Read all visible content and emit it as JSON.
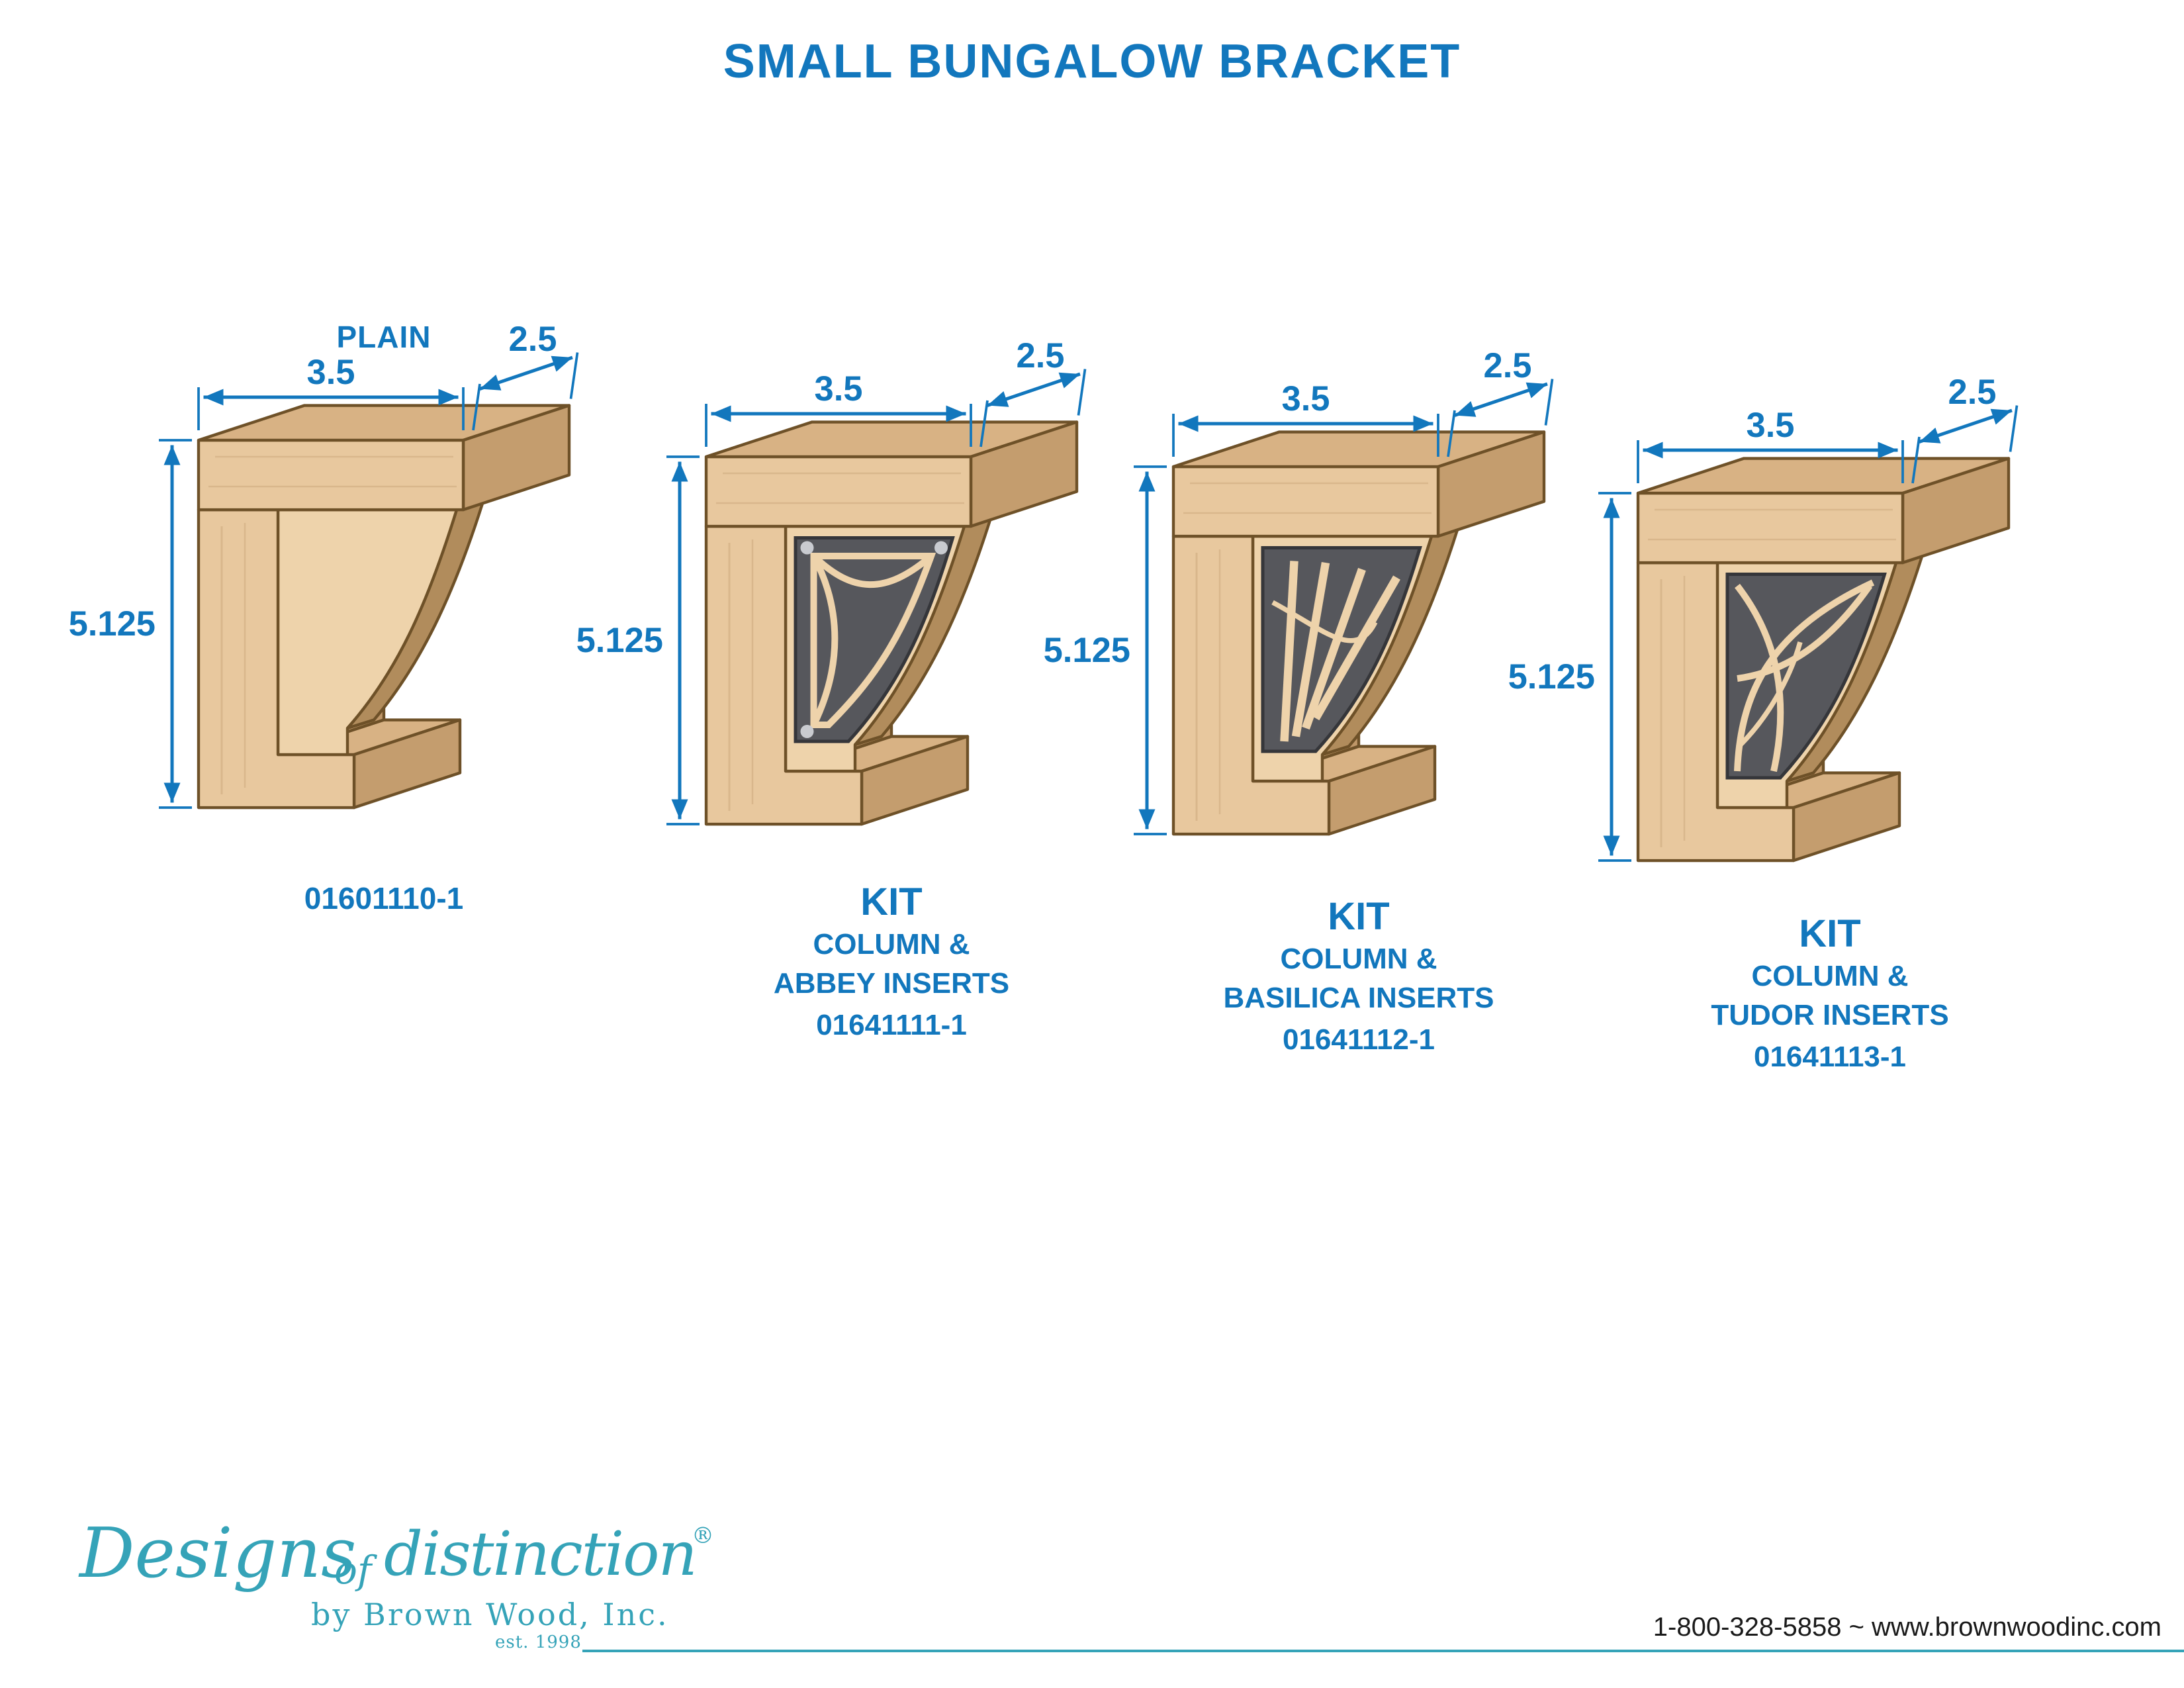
{
  "title": "SMALL BUNGALOW BRACKET",
  "dimensions": {
    "width": "3.5",
    "depth": "2.5",
    "height": "5.125"
  },
  "brackets": [
    {
      "name": "Plain bracket",
      "label": "PLAIN",
      "code": "01601110-1",
      "insert": "none"
    },
    {
      "name": "Abbey kit bracket",
      "kit": "KIT",
      "line1": "COLUMN &",
      "line2": "ABBEY INSERTS",
      "code": "01641111-1",
      "insert": "abbey"
    },
    {
      "name": "Basilica kit bracket",
      "kit": "KIT",
      "line1": "COLUMN &",
      "line2": "BASILICA INSERTS",
      "code": "01641112-1",
      "insert": "basilica"
    },
    {
      "name": "Tudor kit bracket",
      "kit": "KIT",
      "line1": "COLUMN &",
      "line2": "TUDOR INSERTS",
      "code": "01641113-1",
      "insert": "tudor"
    }
  ],
  "footer": {
    "brand_script": "Designs",
    "brand_of": "of",
    "brand_name": "distinction",
    "brand_reg": "®",
    "brand_by": "by Brown Wood, Inc.",
    "brand_est": "est. 1998",
    "contact": "1-800-328-5858 ~ www.brownwoodinc.com"
  },
  "colors": {
    "accent_blue": "#1277bd",
    "brand_teal": "#35a3b8",
    "wood_front": "#e8c89e",
    "wood_side": "#c49d6e",
    "wood_top": "#d8b284",
    "metal": "#56575c"
  }
}
